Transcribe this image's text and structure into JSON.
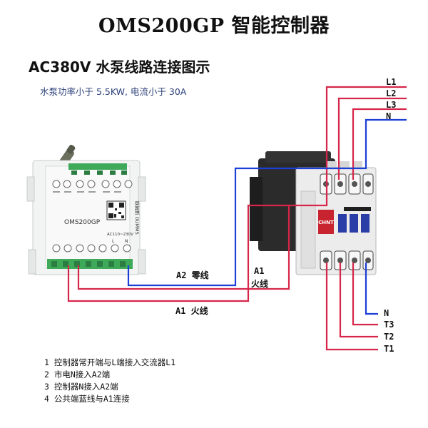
{
  "title": "OMS200GP 智能控制器",
  "subtitle": "AC380V 水泵线路连接图示",
  "note": "水泵功率小于 5.5KW, 电流小于 30A",
  "controller": {
    "model": "OMS200GP",
    "brand_text": "欧姆斯 OUMMS",
    "voltage": "AC110~230V",
    "bottom_terminals": [
      "L",
      "N"
    ]
  },
  "contactor": {
    "brand": "CHNT"
  },
  "wire_labels": {
    "a2_neutral": "A2 零线",
    "a1_live_top_1": "A1",
    "a1_live_top_2": "火线",
    "a1_live_bottom": "A1 火线"
  },
  "supply_terminals": [
    "L1",
    "L2",
    "L3",
    "N"
  ],
  "load_terminals": [
    "N",
    "T3",
    "T2",
    "T1"
  ],
  "instructions": [
    "1 控制器常开端与L端接入交流器L1",
    "2 市电N接入A2端",
    "3 控制器N接入A2端",
    "4 公共端蓝线与A1连接"
  ],
  "colors": {
    "live_wire": "#d6264a",
    "neutral_wire": "#1c3fd6",
    "accent_text": "#2a3f7a"
  }
}
